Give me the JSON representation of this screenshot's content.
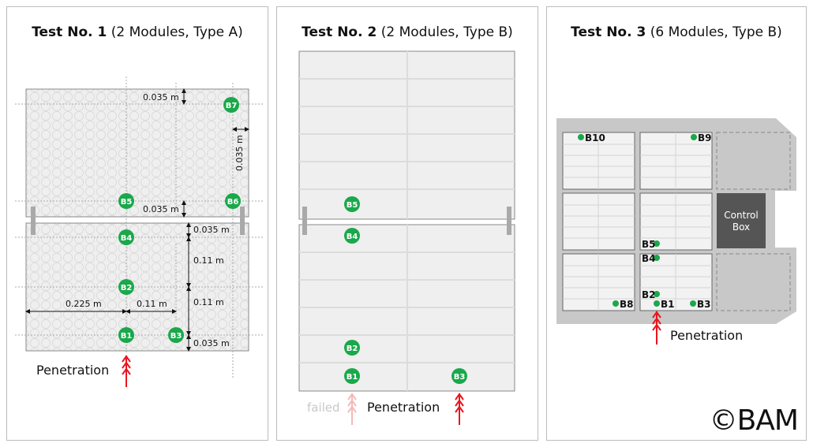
{
  "panels": [
    {
      "title_bold": "Test No. 1",
      "title_rest": "(2 Modules, Type A)"
    },
    {
      "title_bold": "Test No. 2",
      "title_rest": "(2 Modules, Type B)"
    },
    {
      "title_bold": "Test No. 3",
      "title_rest": "(6 Modules, Type B)"
    }
  ],
  "test1": {
    "dims": {
      "top_gap": "0.035 m",
      "right_gap": "0.035 m",
      "seam_top": "0.035 m",
      "seam_bottom": "0.035 m",
      "v1": "0.11 m",
      "v2": "0.11 m",
      "bottom": "0.035 m",
      "h_left": "0.225 m",
      "h_right": "0.11 m"
    },
    "sensors": [
      "B7",
      "B5",
      "B6",
      "B4",
      "B2",
      "B1",
      "B3"
    ],
    "penetration_label": "Penetration"
  },
  "test2": {
    "sensors": [
      "B5",
      "B4",
      "B2",
      "B1",
      "B3"
    ],
    "failed_label": "failed",
    "penetration_label": "Penetration"
  },
  "test3": {
    "sensors": [
      "B10",
      "B9",
      "B5",
      "B4",
      "B2",
      "B1",
      "B3",
      "B8"
    ],
    "control_box_label_1": "Control",
    "control_box_label_2": "Box",
    "penetration_label": "Penetration"
  },
  "copyright": "©BAM",
  "colors": {
    "sensor": "#1aa84b",
    "arrow": "#e8161e",
    "failed_arrow": "#f4b9b9",
    "frame": "#c8c8c8",
    "control_box": "#555555"
  }
}
